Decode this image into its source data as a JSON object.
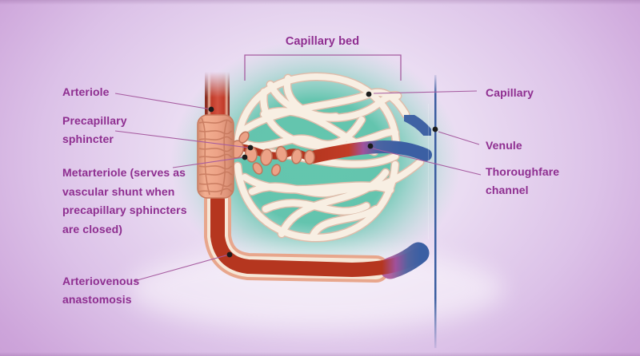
{
  "diagram": {
    "title": "Capillary bed",
    "labels": {
      "arteriole": "Arteriole",
      "precapillary_sphincter": "Precapillary\nsphincter",
      "metarteriole": "Metarteriole (serves as\nvascular shunt when\nprecapillary sphincters\nare closed)",
      "arteriovenous_anastomosis": "Arteriovenous\nanastomosis",
      "capillary": "Capillary",
      "venule": "Venule",
      "thoroughfare_channel": "Thoroughfare\nchannel"
    },
    "colors": {
      "label_text": "#8e2e90",
      "leader_line": "#a65ca0",
      "marker_dot": "#1b1b1b",
      "background_outer": "#c699d3",
      "background_inner": "#f4edf8",
      "teal_glow": "#5cc3ab",
      "arteriole_red": "#b5361f",
      "sphincter_pink": "#eda387",
      "capillary_cream": "#f8efe3",
      "venule_blue": "#3b5fa3"
    }
  }
}
